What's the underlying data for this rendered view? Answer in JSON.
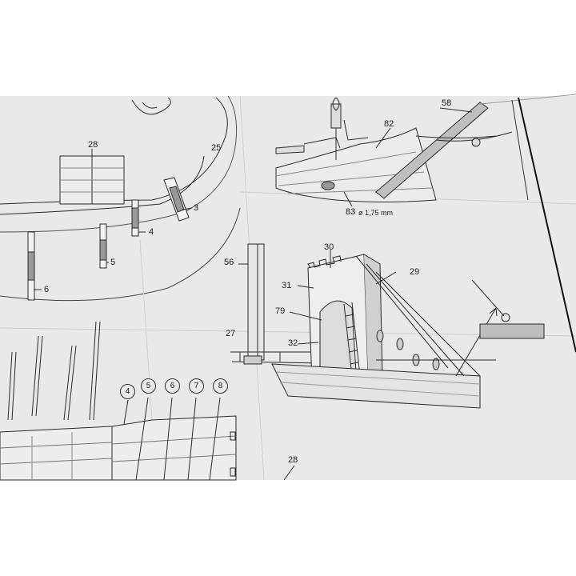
{
  "sheet": {
    "labels": {
      "p28_top": "28",
      "p25": "25",
      "p3": "3",
      "p4": "4",
      "p5": "5",
      "p6": "6",
      "p58": "58",
      "p82": "82",
      "p83": "83",
      "p83_note": "ø 1,75 mm",
      "p56": "56",
      "p30": "30",
      "p31": "31",
      "p29": "29",
      "p79": "79",
      "p27": "27",
      "p32": "32",
      "p28_bottom": "28"
    },
    "circled_parts": [
      "4",
      "5",
      "6",
      "7",
      "8"
    ]
  }
}
